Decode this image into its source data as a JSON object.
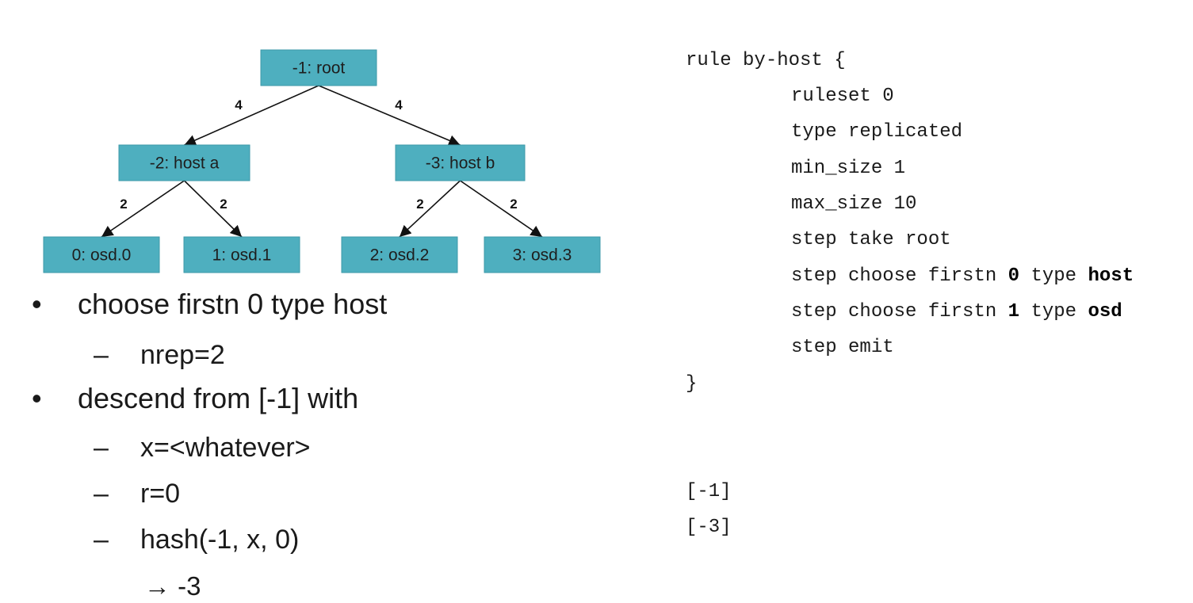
{
  "colors": {
    "node_fill": "#4eafbf",
    "node_border": "#3e9aaa",
    "edge": "#111111",
    "text": "#1a1a1a"
  },
  "tree": {
    "nodes": [
      {
        "id": "root",
        "label": "-1: root"
      },
      {
        "id": "host_a",
        "label": "-2: host a"
      },
      {
        "id": "host_b",
        "label": "-3: host b"
      },
      {
        "id": "osd0",
        "label": "0: osd.0"
      },
      {
        "id": "osd1",
        "label": "1: osd.1"
      },
      {
        "id": "osd2",
        "label": "2: osd.2"
      },
      {
        "id": "osd3",
        "label": "3: osd.3"
      }
    ],
    "edges": [
      {
        "from": "root",
        "to": "host_a",
        "weight": "4"
      },
      {
        "from": "root",
        "to": "host_b",
        "weight": "4"
      },
      {
        "from": "host_a",
        "to": "osd0",
        "weight": "2"
      },
      {
        "from": "host_a",
        "to": "osd1",
        "weight": "2"
      },
      {
        "from": "host_b",
        "to": "osd2",
        "weight": "2"
      },
      {
        "from": "host_b",
        "to": "osd3",
        "weight": "2"
      }
    ]
  },
  "bullets": {
    "b1_mark": "•",
    "b1": "choose firstn 0 type host",
    "s1_mark": "–",
    "s1": "nrep=2",
    "b2_mark": "•",
    "b2": "descend from [-1] with",
    "s2_mark": "–",
    "s2": "x=<whatever>",
    "s3_mark": "–",
    "s3": "r=0",
    "s4_mark": "–",
    "s4": "hash(-1, x, 0)",
    "arrow": "→ -3"
  },
  "rule": {
    "open": "rule by-host {",
    "ruleset": "ruleset 0",
    "type": "type replicated",
    "min_size": "min_size 1",
    "max_size": "max_size 10",
    "take": "step take root",
    "choose1_pre": "step choose firstn ",
    "choose1_n": "0",
    "choose1_mid": " type ",
    "choose1_t": "host",
    "choose2_pre": "step choose firstn ",
    "choose2_n": "1",
    "choose2_mid": " type ",
    "choose2_t": "osd",
    "emit": "step emit",
    "close": "}"
  },
  "stack": {
    "line1": "[-1]",
    "line2": "[-3]"
  }
}
